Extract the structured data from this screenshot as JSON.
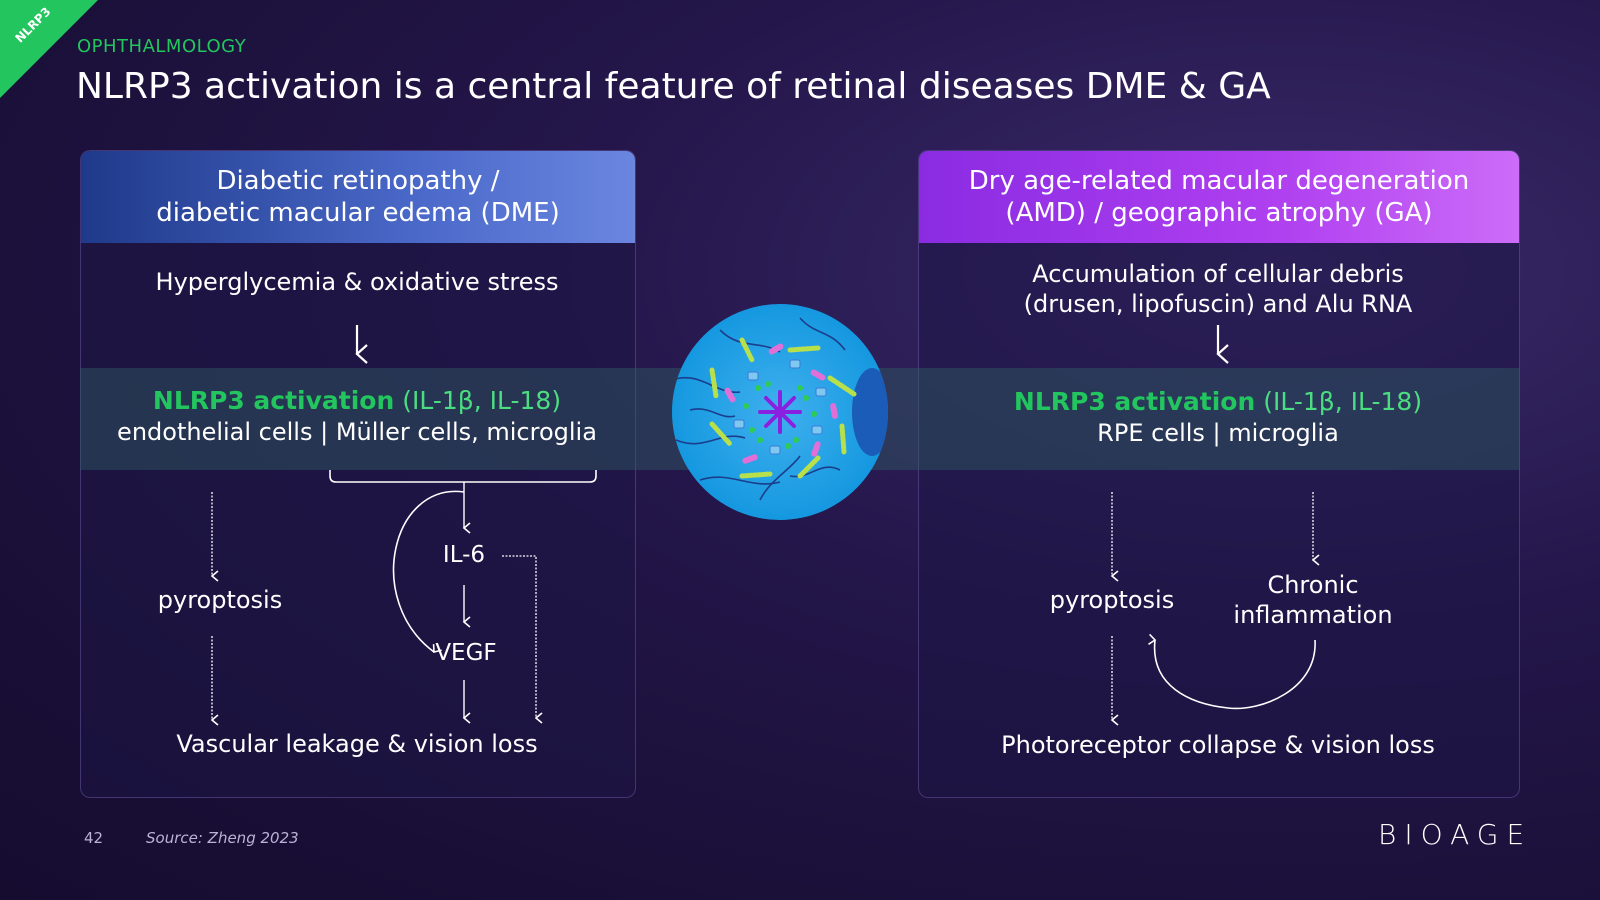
{
  "corner_tag": "NLRP3",
  "eyebrow": "OPHTHALMOLOGY",
  "title": "NLRP3 activation is a central feature of retinal diseases DME & GA",
  "left": {
    "header_line1": "Diabetic retinopathy /",
    "header_line2": "diabetic macular edema (DME)",
    "trigger": "Hyperglycemia & oxidative stress",
    "activation": "NLRP3 activation",
    "cytokines": "(IL-1β, IL-18)",
    "cells": "endothelial cells | Müller cells, microglia",
    "pyroptosis": "pyroptosis",
    "il6": "IL-6",
    "vegf": "VEGF",
    "outcome": "Vascular leakage & vision loss"
  },
  "right": {
    "header_line1": "Dry age-related macular degeneration",
    "header_line2": "(AMD) / geographic atrophy (GA)",
    "trigger_line1": "Accumulation of cellular debris",
    "trigger_line2": "(drusen, lipofuscin) and Alu RNA",
    "activation": "NLRP3 activation",
    "cytokines": "(IL-1β, IL-18)",
    "cells": "RPE cells | microglia",
    "pyroptosis": "pyroptosis",
    "inflammation_line1": "Chronic",
    "inflammation_line2": "inflammation",
    "outcome": "Photoreceptor collapse & vision loss"
  },
  "footer": {
    "page_number": "42",
    "source": "Source: Zheng 2023",
    "logo": "BIOAGE"
  },
  "colors": {
    "accent_green": "#22c55e",
    "left_header": "#3b5bc0",
    "right_header": "#b040f0",
    "band": "#2e5a62"
  }
}
